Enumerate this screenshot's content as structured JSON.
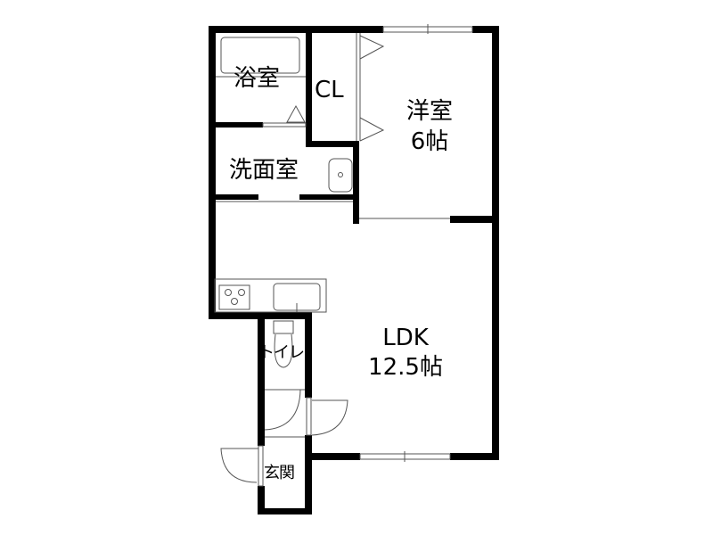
{
  "floor_plan": {
    "rooms": {
      "bathroom": {
        "label": "浴室"
      },
      "closet": {
        "label": "CL"
      },
      "western_room": {
        "label": "洋室",
        "size": "6帖"
      },
      "washroom": {
        "label": "洗面室"
      },
      "ldk": {
        "label": "LDK",
        "size": "12.5帖"
      },
      "toilet": {
        "label": "トイレ"
      },
      "entrance": {
        "label": "玄関"
      }
    },
    "colors": {
      "wall": "#000000",
      "background": "#ffffff",
      "fixture": "#555555"
    }
  }
}
